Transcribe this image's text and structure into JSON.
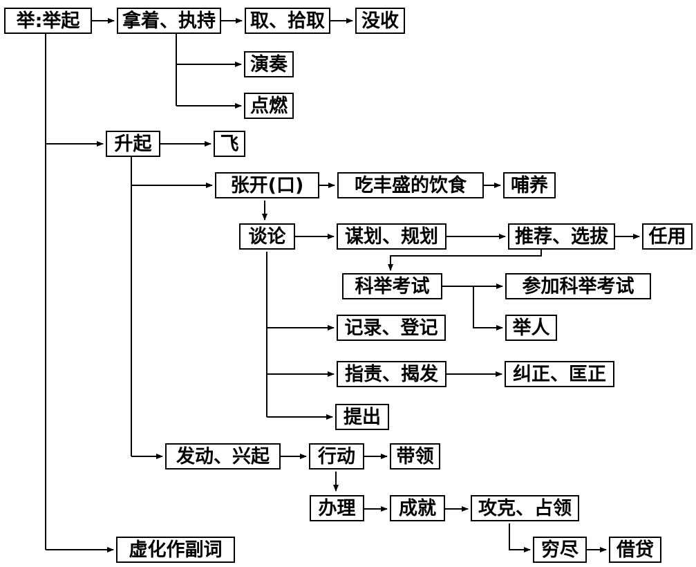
{
  "nodes": {
    "ju": "举:举起",
    "nazhe": "拿着、执持",
    "quqi": "取、拾取",
    "moshou": "没收",
    "yanzou": "演奏",
    "dianran": "点燃",
    "shengqi": "升起",
    "fei": "飞",
    "zhangkai": "张开(口)",
    "chi": "吃丰盛的饮食",
    "buyang": "哺养",
    "tanlun": "谈论",
    "mouhua": "谋划、规划",
    "tuijian": "推荐、选拔",
    "renyong": "任用",
    "keju": "科举考试",
    "canjia": "参加科举考试",
    "juren": "举人",
    "jilu": "记录、登记",
    "zhize": "指责、揭发",
    "jiuzheng": "纠正、匡正",
    "tichu": "提出",
    "fadong": "发动、兴起",
    "xingdong": "行动",
    "dailing": "带领",
    "banli": "办理",
    "chengjiu": "成就",
    "gongke": "攻克、占领",
    "qiongjin": "穷尽",
    "jiedai": "借贷",
    "xuhua": "虚化作副词"
  }
}
